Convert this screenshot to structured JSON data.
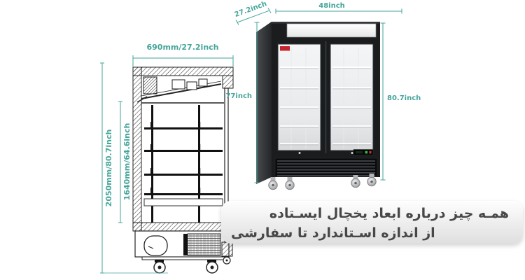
{
  "colors": {
    "accent_teal": "#46a59b",
    "caption_text": "#474747",
    "logo_red": "#c4242b"
  },
  "diagram": {
    "width_label": "690mm/27.2inch",
    "outer_height_label": "2050mm/80.7inch",
    "inner_height_label": "1640mm/64.6inch"
  },
  "product": {
    "depth_label": "27.2inch",
    "width_label": "48inch",
    "front_height_label": "77inch",
    "overall_height_label": "80.7inch"
  },
  "caption": {
    "line1": "همـه چیز درباره ابعاد یخچال ایسـتاده",
    "line2": "از اندازه اسـتاندارد تا سفارشی"
  }
}
